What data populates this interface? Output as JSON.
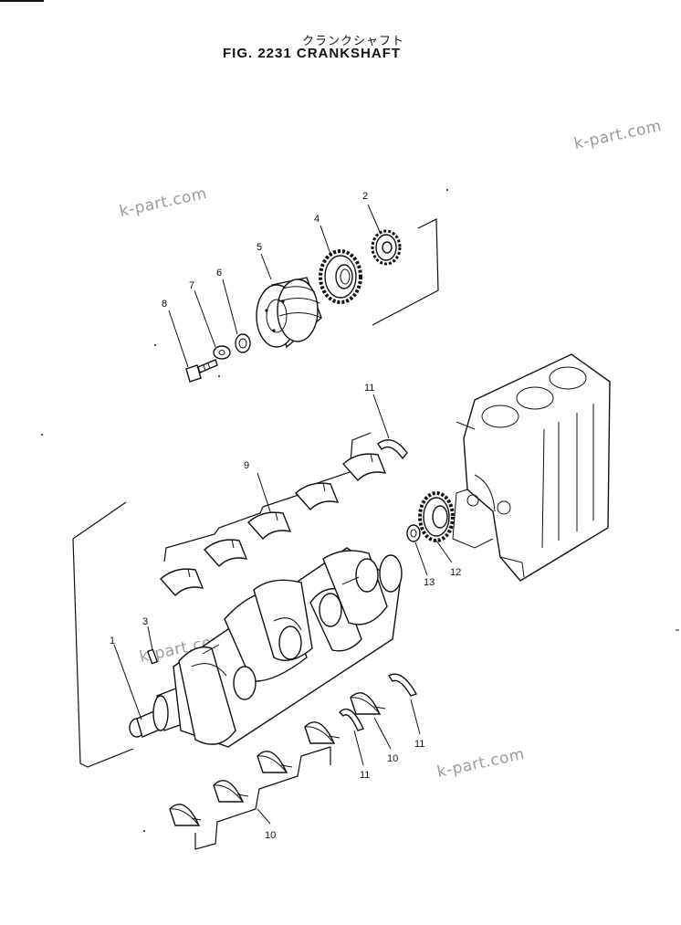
{
  "header": {
    "title_jp": "クランクシャフト",
    "title_en": "FIG. 2231  CRANKSHAFT"
  },
  "watermarks": [
    "k-part.com",
    "k-part.com",
    "k-part.com",
    "k-part.com"
  ],
  "callouts": {
    "c1": "1",
    "c2": "2",
    "c3": "3",
    "c4": "4",
    "c5": "5",
    "c6": "6",
    "c7": "7",
    "c8": "8",
    "c9": "9",
    "c10a": "10",
    "c10b": "10",
    "c11a": "11",
    "c11b": "11",
    "c11c": "11",
    "c12": "12",
    "c13": "13"
  },
  "icons": {
    "crankshaft": "crankshaft-icon",
    "gear": "gear-icon",
    "pulley": "pulley-icon",
    "bolt": "bolt-icon",
    "washer": "washer-icon",
    "bearing": "bearing-shell-icon",
    "thrust": "thrust-washer-icon",
    "engine_block": "engine-block-icon"
  }
}
